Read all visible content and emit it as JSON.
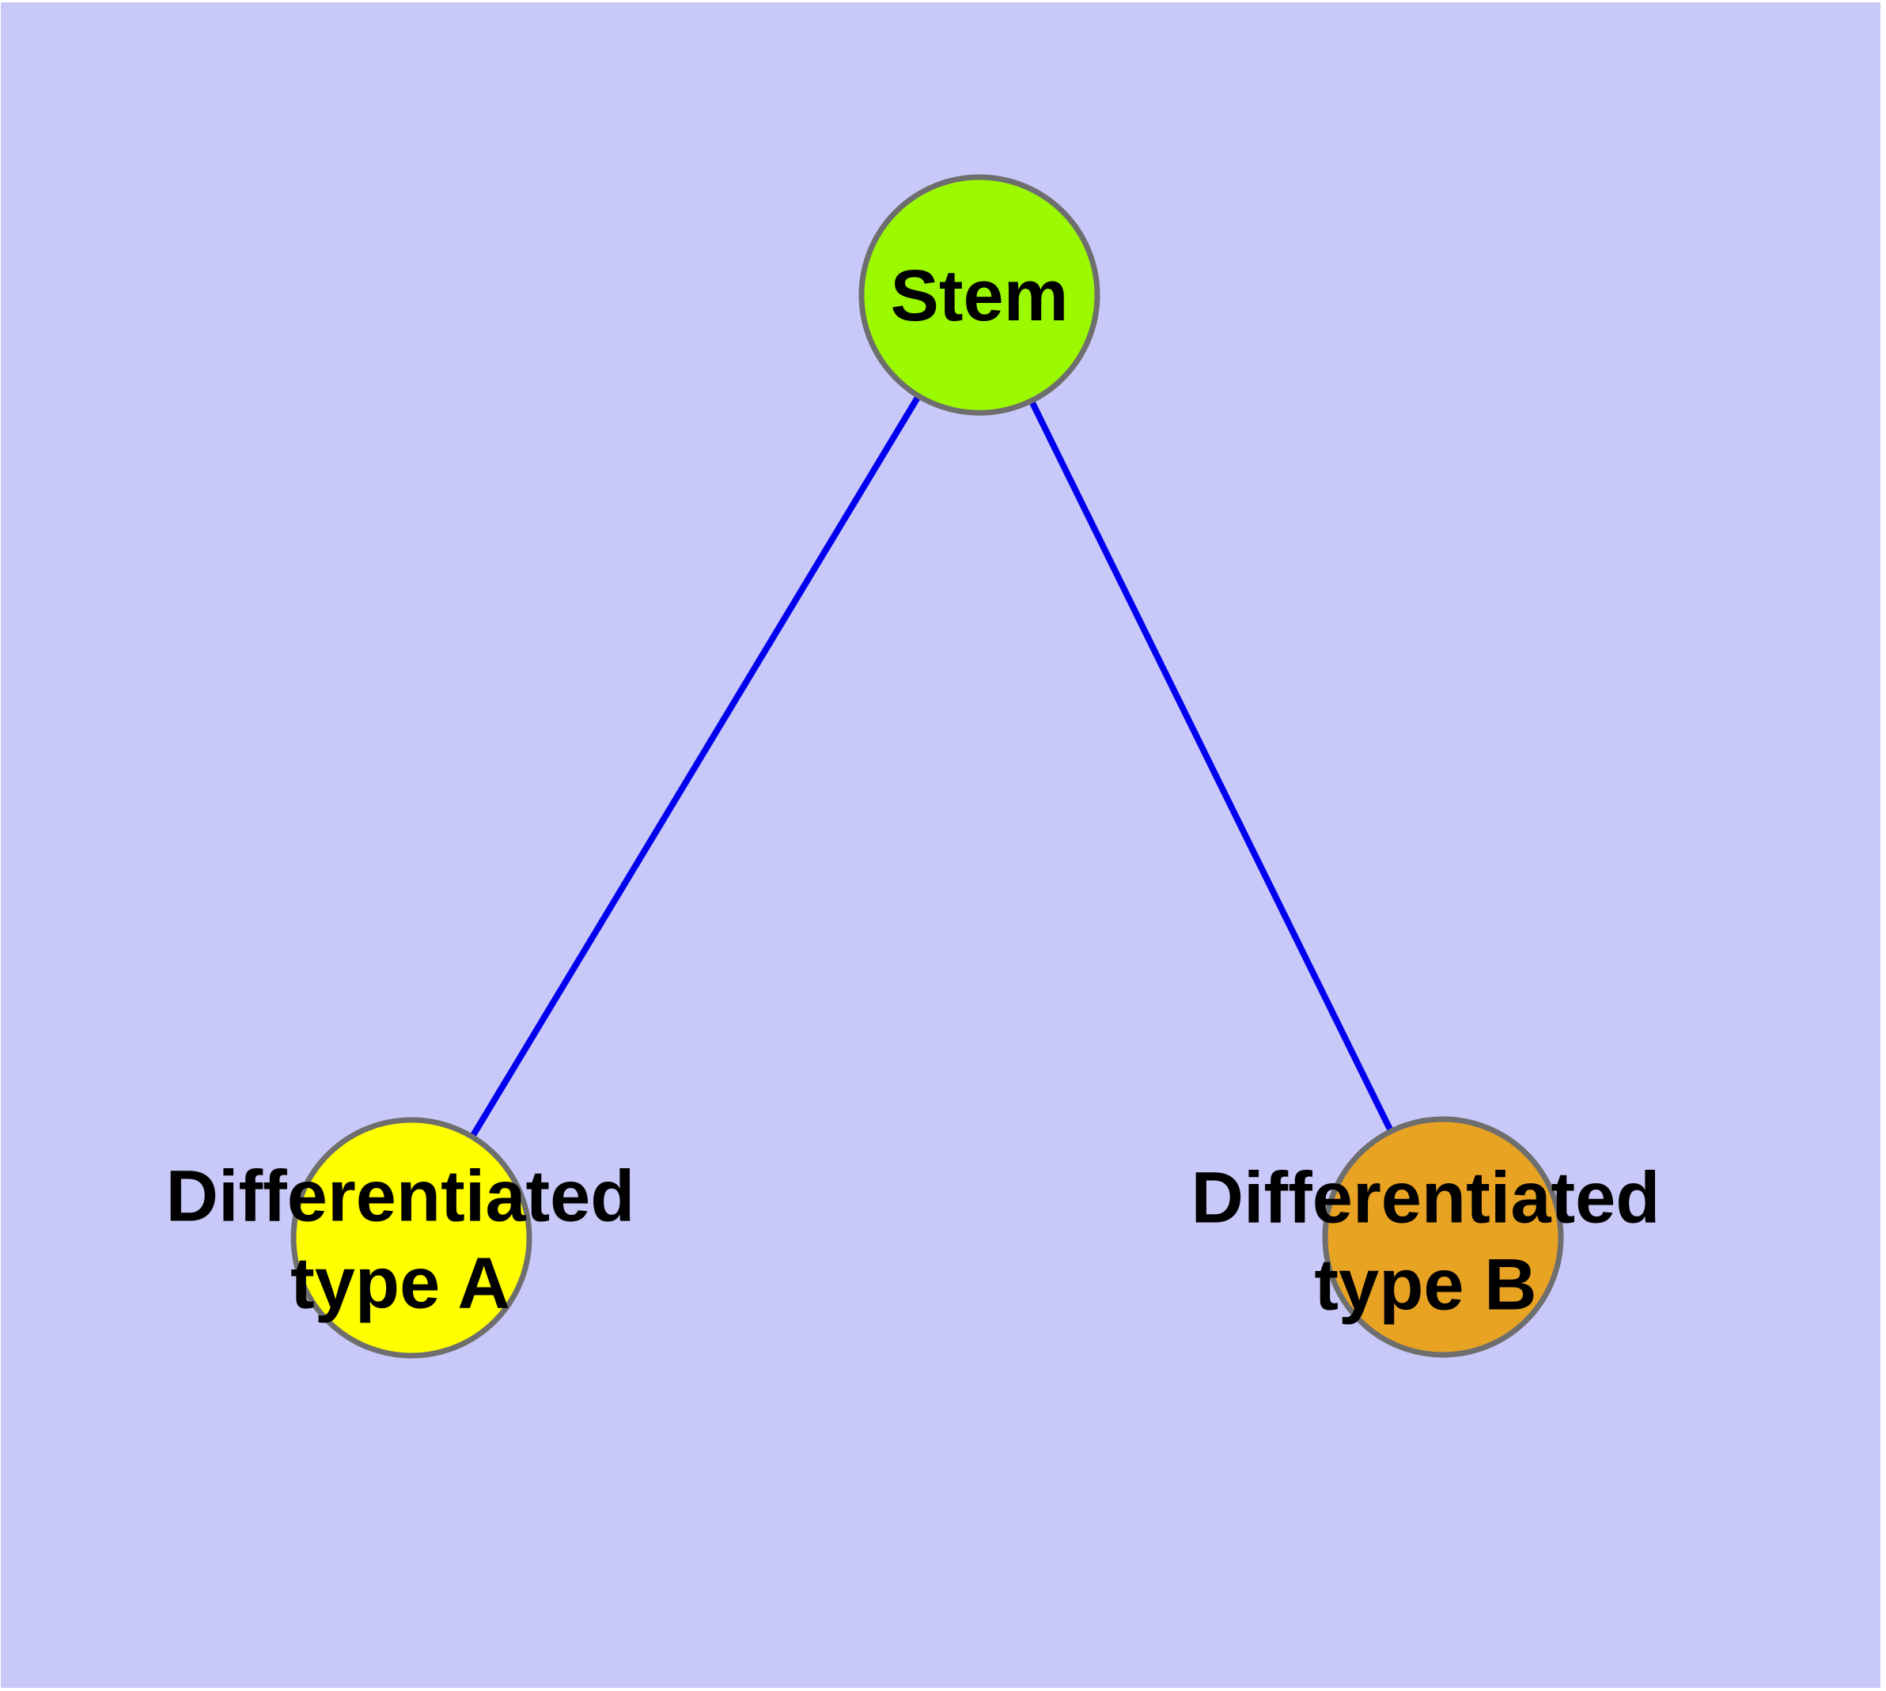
{
  "diagram": {
    "title": "",
    "colors": {
      "page_margin": "#ffffff",
      "background": "#c9c9f9",
      "edge": "#0000ee",
      "node_border": "#6e6e6e",
      "label_text": "#000000"
    },
    "nodes": [
      {
        "id": "stem",
        "label": "Stem",
        "fill": "#9bfa00"
      },
      {
        "id": "differentiated-type-a",
        "label": "Differentiated type A",
        "label_line1": "Differentiated",
        "label_line2": "type A",
        "fill": "#ffff00"
      },
      {
        "id": "differentiated-type-b",
        "label": "Differentiated type B",
        "label_line1": "Differentiated",
        "label_line2": "type B",
        "fill": "#e9a323"
      }
    ],
    "edges": [
      {
        "from": "Stem",
        "to": "Differentiated type A"
      },
      {
        "from": "Stem",
        "to": "Differentiated type B"
      }
    ]
  }
}
